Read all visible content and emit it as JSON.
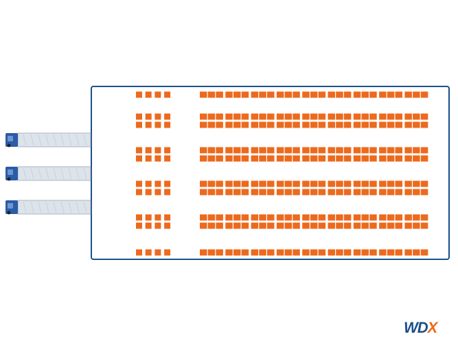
{
  "layout": {
    "title": "",
    "storage_columns": 9,
    "single_rows": [
      1,
      6
    ],
    "double_rows": [
      2,
      3,
      4,
      5
    ],
    "left_block_positions_per_row": 4,
    "main_bays": 9,
    "positions_per_bay": 3,
    "dock_trailers": 3
  },
  "logo": {
    "part1": "WD",
    "part2": "X"
  },
  "colors": {
    "outline": "#1b4f8a",
    "pallet": "#ec6a1e",
    "trailer_body": "#dde3ea",
    "trailer_cab": "#2a5ca8",
    "logo_primary": "#1b4f8a",
    "logo_accent": "#ec6a1e"
  }
}
